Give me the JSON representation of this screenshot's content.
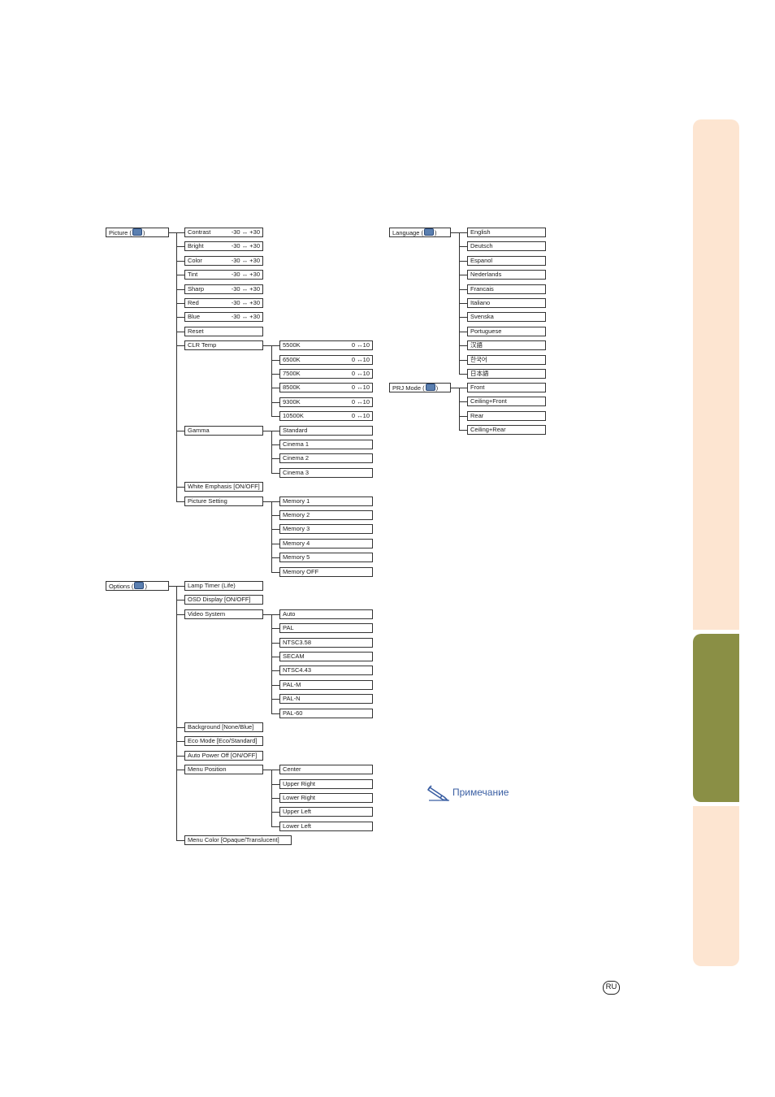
{
  "side_tab": {
    "light_color": "#fde5d1",
    "active_color": "#8a8f45"
  },
  "note": {
    "label": "Примечание",
    "icon": "pencil-icon"
  },
  "page_badge": "RU",
  "trees": [
    {
      "root": "Picture (",
      "root_suffix": ")",
      "root_icon": "picture-menu-icon",
      "items": [
        {
          "label": "Contrast",
          "range": "-30 ↔ +30"
        },
        {
          "label": "Bright",
          "range": "-30 ↔ +30"
        },
        {
          "label": "Color",
          "range": "-30 ↔ +30"
        },
        {
          "label": "Tint",
          "range": "-30 ↔ +30"
        },
        {
          "label": "Sharp",
          "range": "-30 ↔ +30"
        },
        {
          "label": "Red",
          "range": "-30 ↔ +30"
        },
        {
          "label": "Blue",
          "range": "-30 ↔ +30"
        },
        {
          "label": "Reset"
        },
        {
          "label": "CLR Temp",
          "children": [
            {
              "label": "5500K",
              "range": "0 ↔10"
            },
            {
              "label": "6500K",
              "range": "0 ↔10"
            },
            {
              "label": "7500K",
              "range": "0 ↔10"
            },
            {
              "label": "8500K",
              "range": "0 ↔10"
            },
            {
              "label": "9300K",
              "range": "0 ↔10"
            },
            {
              "label": "10500K",
              "range": "0 ↔10"
            }
          ]
        },
        {
          "label": "Gamma",
          "children": [
            {
              "label": "Standard"
            },
            {
              "label": "Cinema 1"
            },
            {
              "label": "Cinema 2"
            },
            {
              "label": "Cinema 3"
            }
          ]
        },
        {
          "label": "White Emphasis   [ON/OFF]"
        },
        {
          "label": "Picture Setting",
          "children": [
            {
              "label": "Memory 1"
            },
            {
              "label": "Memory 2"
            },
            {
              "label": "Memory 3"
            },
            {
              "label": "Memory 4"
            },
            {
              "label": "Memory 5"
            },
            {
              "label": "Memory OFF"
            }
          ]
        }
      ]
    },
    {
      "root": "Options (",
      "root_suffix": ")",
      "root_icon": "options-menu-icon",
      "items": [
        {
          "label": "Lamp Timer (Life)"
        },
        {
          "label": "OSD Display   [ON/OFF]"
        },
        {
          "label": "Video System",
          "children": [
            {
              "label": "Auto"
            },
            {
              "label": "PAL"
            },
            {
              "label": "NTSC3.58"
            },
            {
              "label": "SECAM"
            },
            {
              "label": "NTSC4.43"
            },
            {
              "label": "PAL-M"
            },
            {
              "label": "PAL-N"
            },
            {
              "label": "PAL-60"
            }
          ]
        },
        {
          "label": "Background [None/Blue]"
        },
        {
          "label": "Eco Mode [Eco/Standard]"
        },
        {
          "label": "Auto Power Off  [ON/OFF]"
        },
        {
          "label": "Menu Position",
          "children": [
            {
              "label": "Center"
            },
            {
              "label": "Upper Right"
            },
            {
              "label": "Lower Right"
            },
            {
              "label": "Upper Left"
            },
            {
              "label": "Lower Left"
            }
          ]
        },
        {
          "label": "Menu Color [Opaque/Translucent]",
          "wide": true
        }
      ]
    },
    {
      "root": "Language (",
      "root_suffix": ")",
      "root_icon": "language-menu-icon",
      "items": [
        {
          "label": "English"
        },
        {
          "label": "Deutsch"
        },
        {
          "label": "Espanol"
        },
        {
          "label": "Nederlands"
        },
        {
          "label": "Francais"
        },
        {
          "label": "Italiano"
        },
        {
          "label": "Svenska"
        },
        {
          "label": "Portuguese"
        },
        {
          "label": "汉語"
        },
        {
          "label": "한국어"
        },
        {
          "label": "日本語"
        }
      ]
    },
    {
      "root": "PRJ Mode (",
      "root_suffix": ")",
      "root_icon": "prj-mode-menu-icon",
      "items": [
        {
          "label": "Front"
        },
        {
          "label": "Ceiling+Front"
        },
        {
          "label": "Rear"
        },
        {
          "label": "Ceiling+Rear"
        }
      ]
    }
  ]
}
